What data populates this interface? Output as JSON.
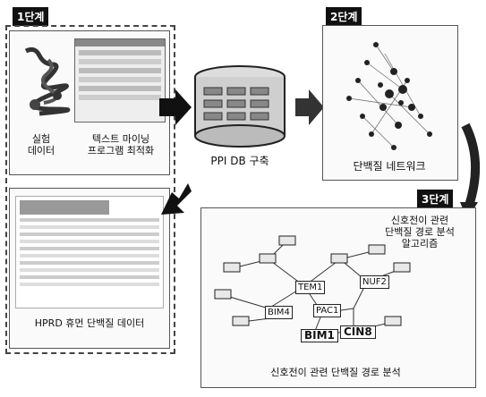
{
  "stage1": {
    "tag": "1단계",
    "exp_data": [
      "실험",
      "데이터"
    ],
    "text_mining": [
      "텍스트 마이닝",
      "프로그램 최적화"
    ],
    "hprd": "HPRD 휴먼 단백질 데이터"
  },
  "db": {
    "label": "PPI DB 구축"
  },
  "stage2": {
    "tag": "2단계",
    "label": "단백질 네트워크"
  },
  "stage3": {
    "tag": "3단계",
    "algo": [
      "신호전이 관련",
      "단백질 경로 분석",
      "알고리즘"
    ],
    "caption": "신호전이 관련 단백질 경로 분석",
    "nodes": [
      "NUF2",
      "BIM1",
      "CIN8",
      "PAC1",
      "TEM1",
      "BIM4"
    ]
  }
}
